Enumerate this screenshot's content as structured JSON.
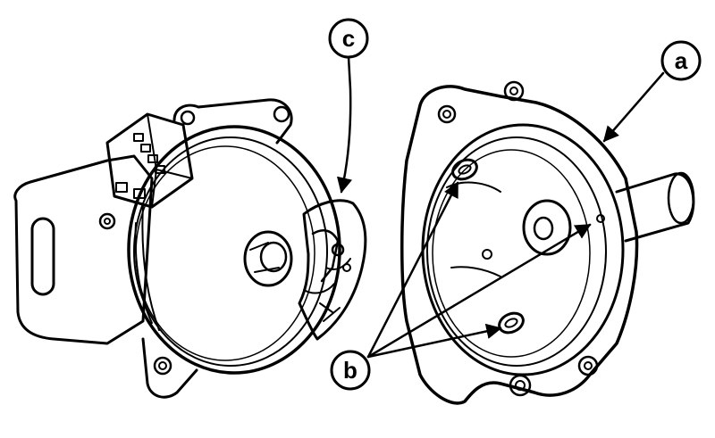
{
  "callouts": {
    "a": "a",
    "b": "b",
    "c": "c"
  },
  "colors": {
    "ink": "#000000",
    "paper": "#ffffff"
  }
}
